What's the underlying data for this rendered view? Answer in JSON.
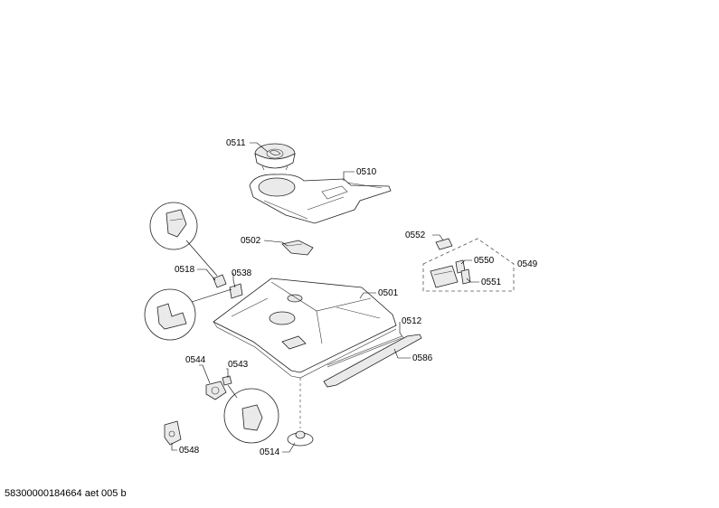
{
  "parts": [
    {
      "id": "p0511",
      "number": "0511"
    },
    {
      "id": "p0510",
      "number": "0510"
    },
    {
      "id": "p0502",
      "number": "0502"
    },
    {
      "id": "p0518",
      "number": "0518"
    },
    {
      "id": "p0538",
      "number": "0538"
    },
    {
      "id": "p0501",
      "number": "0501"
    },
    {
      "id": "p0552",
      "number": "0552"
    },
    {
      "id": "p0550",
      "number": "0550"
    },
    {
      "id": "p0549",
      "number": "0549"
    },
    {
      "id": "p0551",
      "number": "0551"
    },
    {
      "id": "p0512",
      "number": "0512"
    },
    {
      "id": "p0586",
      "number": "0586"
    },
    {
      "id": "p0544",
      "number": "0544"
    },
    {
      "id": "p0543",
      "number": "0543"
    },
    {
      "id": "p0548",
      "number": "0548"
    },
    {
      "id": "p0514",
      "number": "0514"
    }
  ],
  "footer": {
    "document_id": "58300000184664 aet 005 b"
  }
}
